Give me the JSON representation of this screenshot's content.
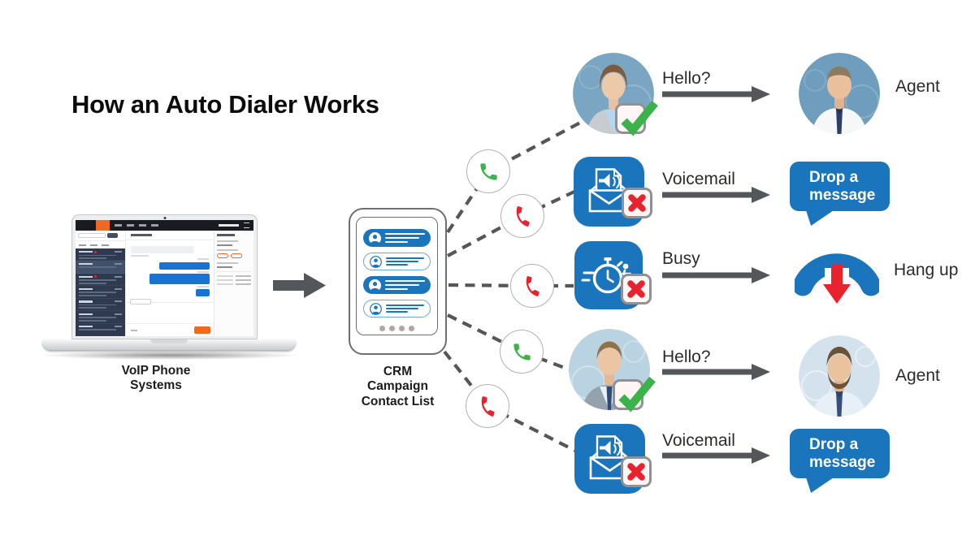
{
  "title": "How an Auto Dialer Works",
  "source": {
    "name": "voip-phone-system-laptop",
    "label_lines": [
      "VoIP Phone",
      "Systems"
    ]
  },
  "dialer": {
    "name": "crm-campaign-contact-list-phone",
    "label_lines": [
      "CRM",
      "Campaign",
      "Contact List"
    ],
    "contact_rows": 4,
    "pager_dots": 4
  },
  "outcomes": [
    {
      "call_status": "answered",
      "call_icon": "green-handset",
      "caller_icon": "woman-caller-avatar-with-green-check",
      "label": "Hello?",
      "result_icon": "agent-avatar",
      "result_label": "Agent"
    },
    {
      "call_status": "not-answered",
      "call_icon": "red-handset",
      "caller_icon": "voicemail-envelope-with-red-x",
      "label": "Voicemail",
      "result_icon": "speech-bubble",
      "bubble_lines": [
        "Drop a",
        "message"
      ]
    },
    {
      "call_status": "not-answered",
      "call_icon": "red-handset",
      "caller_icon": "busy-stopwatch-with-red-x",
      "label": "Busy",
      "result_icon": "hang-up-handset-with-down-arrow",
      "result_label": "Hang up"
    },
    {
      "call_status": "answered",
      "call_icon": "green-handset",
      "caller_icon": "man-caller-avatar-with-green-check",
      "label": "Hello?",
      "result_icon": "agent-avatar",
      "result_label": "Agent"
    },
    {
      "call_status": "not-answered",
      "call_icon": "red-handset",
      "caller_icon": "voicemail-envelope-with-red-x",
      "label": "Voicemail",
      "result_icon": "speech-bubble",
      "bubble_lines": [
        "Drop a",
        "message"
      ]
    }
  ],
  "colors": {
    "blue": "#1b75bc",
    "green": "#3bb24a",
    "red": "#e8232e",
    "connector_gray": "#55565a",
    "crm_accent_orange": "#f26722",
    "crm_sidebar_navy": "#2f3950"
  }
}
